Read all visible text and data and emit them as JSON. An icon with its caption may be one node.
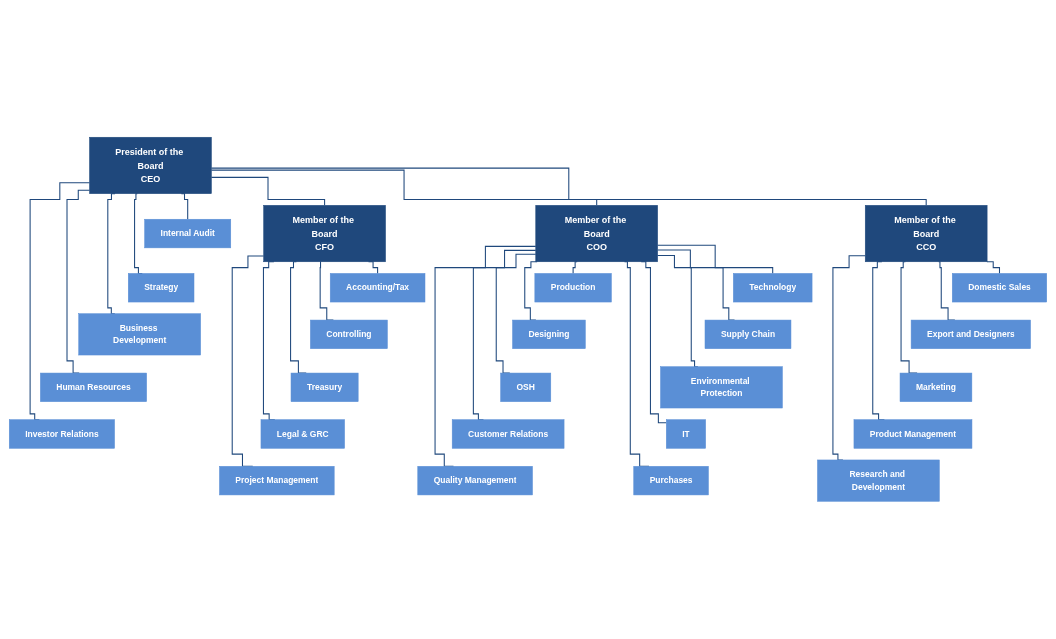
{
  "diagram": {
    "nodes": [
      {
        "text": [
          "President of the Board",
          "CEO"
        ]
      },
      {
        "text": [
          "Internal Audit"
        ]
      },
      {
        "text": [
          "Strategy"
        ]
      },
      {
        "text": [
          "Business Development"
        ]
      },
      {
        "text": [
          "Human Resources"
        ]
      },
      {
        "text": [
          "Investor Relations"
        ]
      },
      {
        "text": [
          "Member of the Board",
          "CFO"
        ]
      },
      {
        "text": [
          "Member of the Board",
          "COO"
        ]
      },
      {
        "text": [
          "Member of the Board",
          "CCO"
        ]
      },
      {
        "text": [
          "Accounting/Tax"
        ]
      },
      {
        "text": [
          "Production"
        ]
      },
      {
        "text": [
          "Technology"
        ]
      },
      {
        "text": [
          "Domestic Sales"
        ]
      },
      {
        "text": [
          "Controlling"
        ]
      },
      {
        "text": [
          "Designing"
        ]
      },
      {
        "text": [
          "Supply Chain"
        ]
      },
      {
        "text": [
          "Export and Designers"
        ]
      },
      {
        "text": [
          "Treasury"
        ]
      },
      {
        "text": [
          "OSH"
        ]
      },
      {
        "text": [
          "Environmental Protection"
        ]
      },
      {
        "text": [
          "Marketing"
        ]
      },
      {
        "text": [
          "Legal & GRC"
        ]
      },
      {
        "text": [
          "Customer Relations"
        ]
      },
      {
        "text": [
          "IT"
        ]
      },
      {
        "text": [
          "Product Management"
        ]
      },
      {
        "text": [
          "Project Management"
        ]
      },
      {
        "text": [
          "Quality Management"
        ]
      },
      {
        "text": [
          "Purchases"
        ]
      },
      {
        "text": [
          "Research and Development"
        ]
      }
    ],
    "edges": [
      {
        "from": 0,
        "to": 1,
        "arrow": "none"
      },
      {
        "from": 0,
        "to": 2,
        "arrow": "none"
      },
      {
        "from": 0,
        "to": 3,
        "arrow": "none"
      },
      {
        "from": 0,
        "to": 4,
        "arrow": "none"
      },
      {
        "from": 0,
        "to": 5,
        "arrow": "none"
      },
      {
        "from": 0,
        "to": 6,
        "arrow": "none"
      },
      {
        "from": 0,
        "to": 7,
        "arrow": "none"
      },
      {
        "from": 0,
        "to": 8,
        "arrow": "none"
      },
      {
        "from": 6,
        "to": 9,
        "arrow": "none"
      },
      {
        "from": 6,
        "to": 13,
        "arrow": "none"
      },
      {
        "from": 6,
        "to": 17,
        "arrow": "none"
      },
      {
        "from": 6,
        "to": 21,
        "arrow": "none"
      },
      {
        "from": 6,
        "to": 25,
        "arrow": "none"
      },
      {
        "from": 7,
        "to": 10,
        "arrow": "none"
      },
      {
        "from": 7,
        "to": 14,
        "arrow": "none"
      },
      {
        "from": 7,
        "to": 18,
        "arrow": "none"
      },
      {
        "from": 7,
        "to": 22,
        "arrow": "none"
      },
      {
        "from": 7,
        "to": 26,
        "arrow": "none"
      },
      {
        "from": 7,
        "to": 11,
        "arrow": "none"
      },
      {
        "from": 7,
        "to": 15,
        "arrow": "none"
      },
      {
        "from": 7,
        "to": 19,
        "arrow": "none"
      },
      {
        "from": 7,
        "to": 23,
        "arrow": "none"
      },
      {
        "from": 7,
        "to": 27,
        "arrow": "none"
      },
      {
        "from": 8,
        "to": 12,
        "arrow": "none"
      },
      {
        "from": 8,
        "to": 16,
        "arrow": "none"
      },
      {
        "from": 8,
        "to": 20,
        "arrow": "none"
      },
      {
        "from": 8,
        "to": 24,
        "arrow": "none"
      },
      {
        "from": 8,
        "to": 28,
        "arrow": "none"
      }
    ]
  }
}
